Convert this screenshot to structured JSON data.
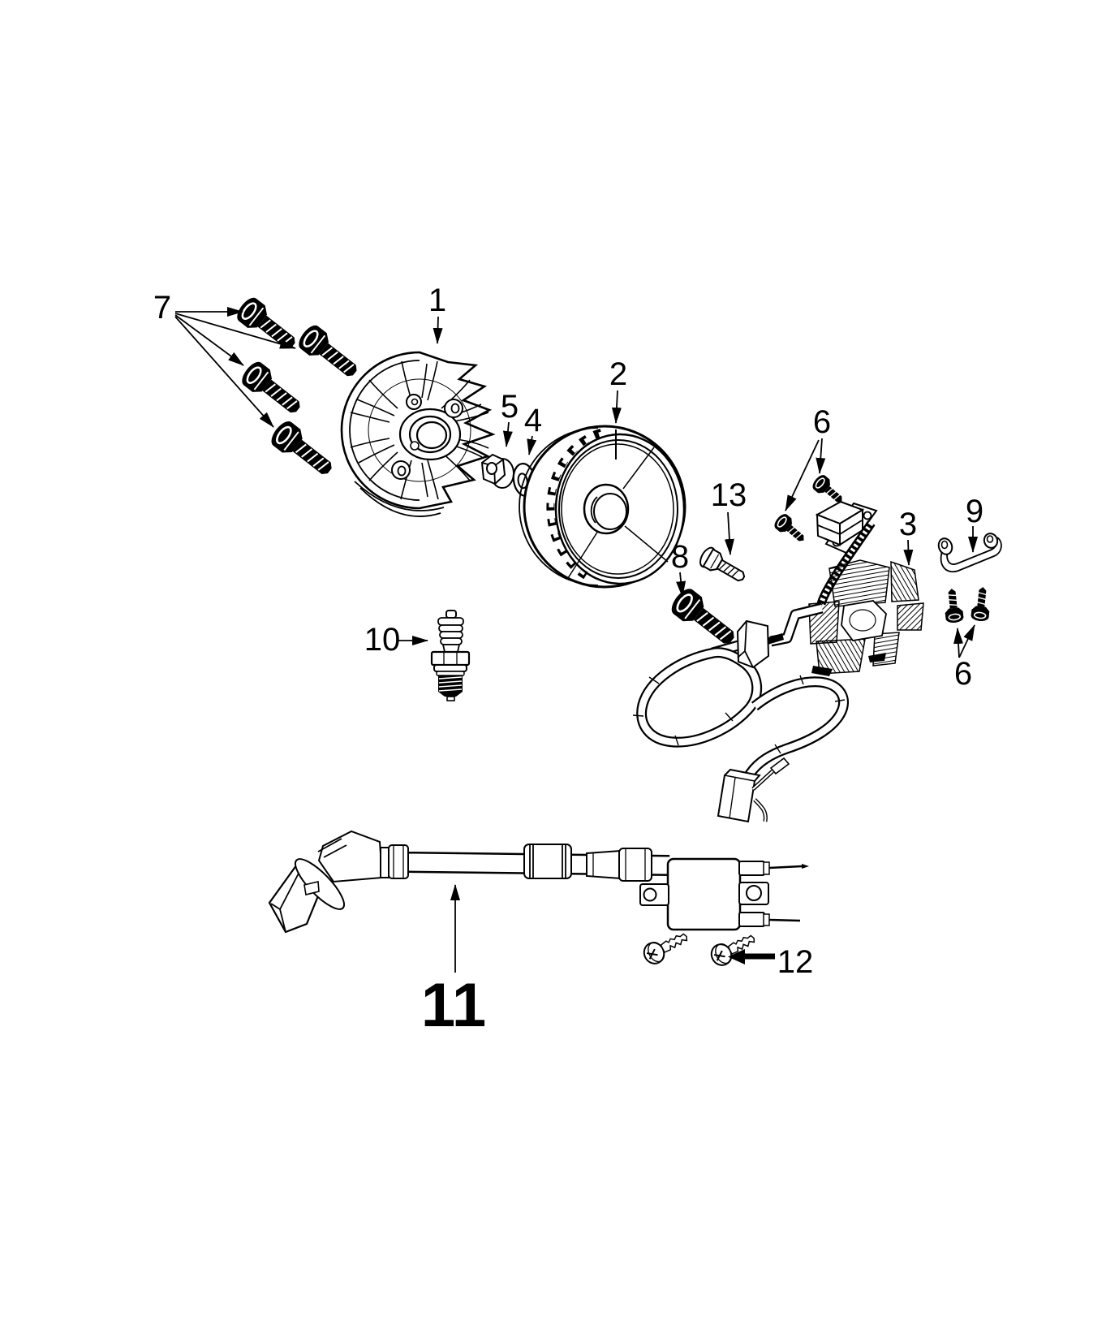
{
  "diagram": {
    "colors": {
      "background": "#ffffff",
      "line": "#000000"
    },
    "callouts": [
      {
        "label": "7"
      },
      {
        "label": "1"
      },
      {
        "label": "2"
      },
      {
        "label": "5"
      },
      {
        "label": "4"
      },
      {
        "label": "6"
      },
      {
        "label": "13"
      },
      {
        "label": "8"
      },
      {
        "label": "3"
      },
      {
        "label": "9"
      },
      {
        "label": "10"
      },
      {
        "label": "6"
      },
      {
        "label": "11"
      },
      {
        "label": "12"
      }
    ]
  }
}
